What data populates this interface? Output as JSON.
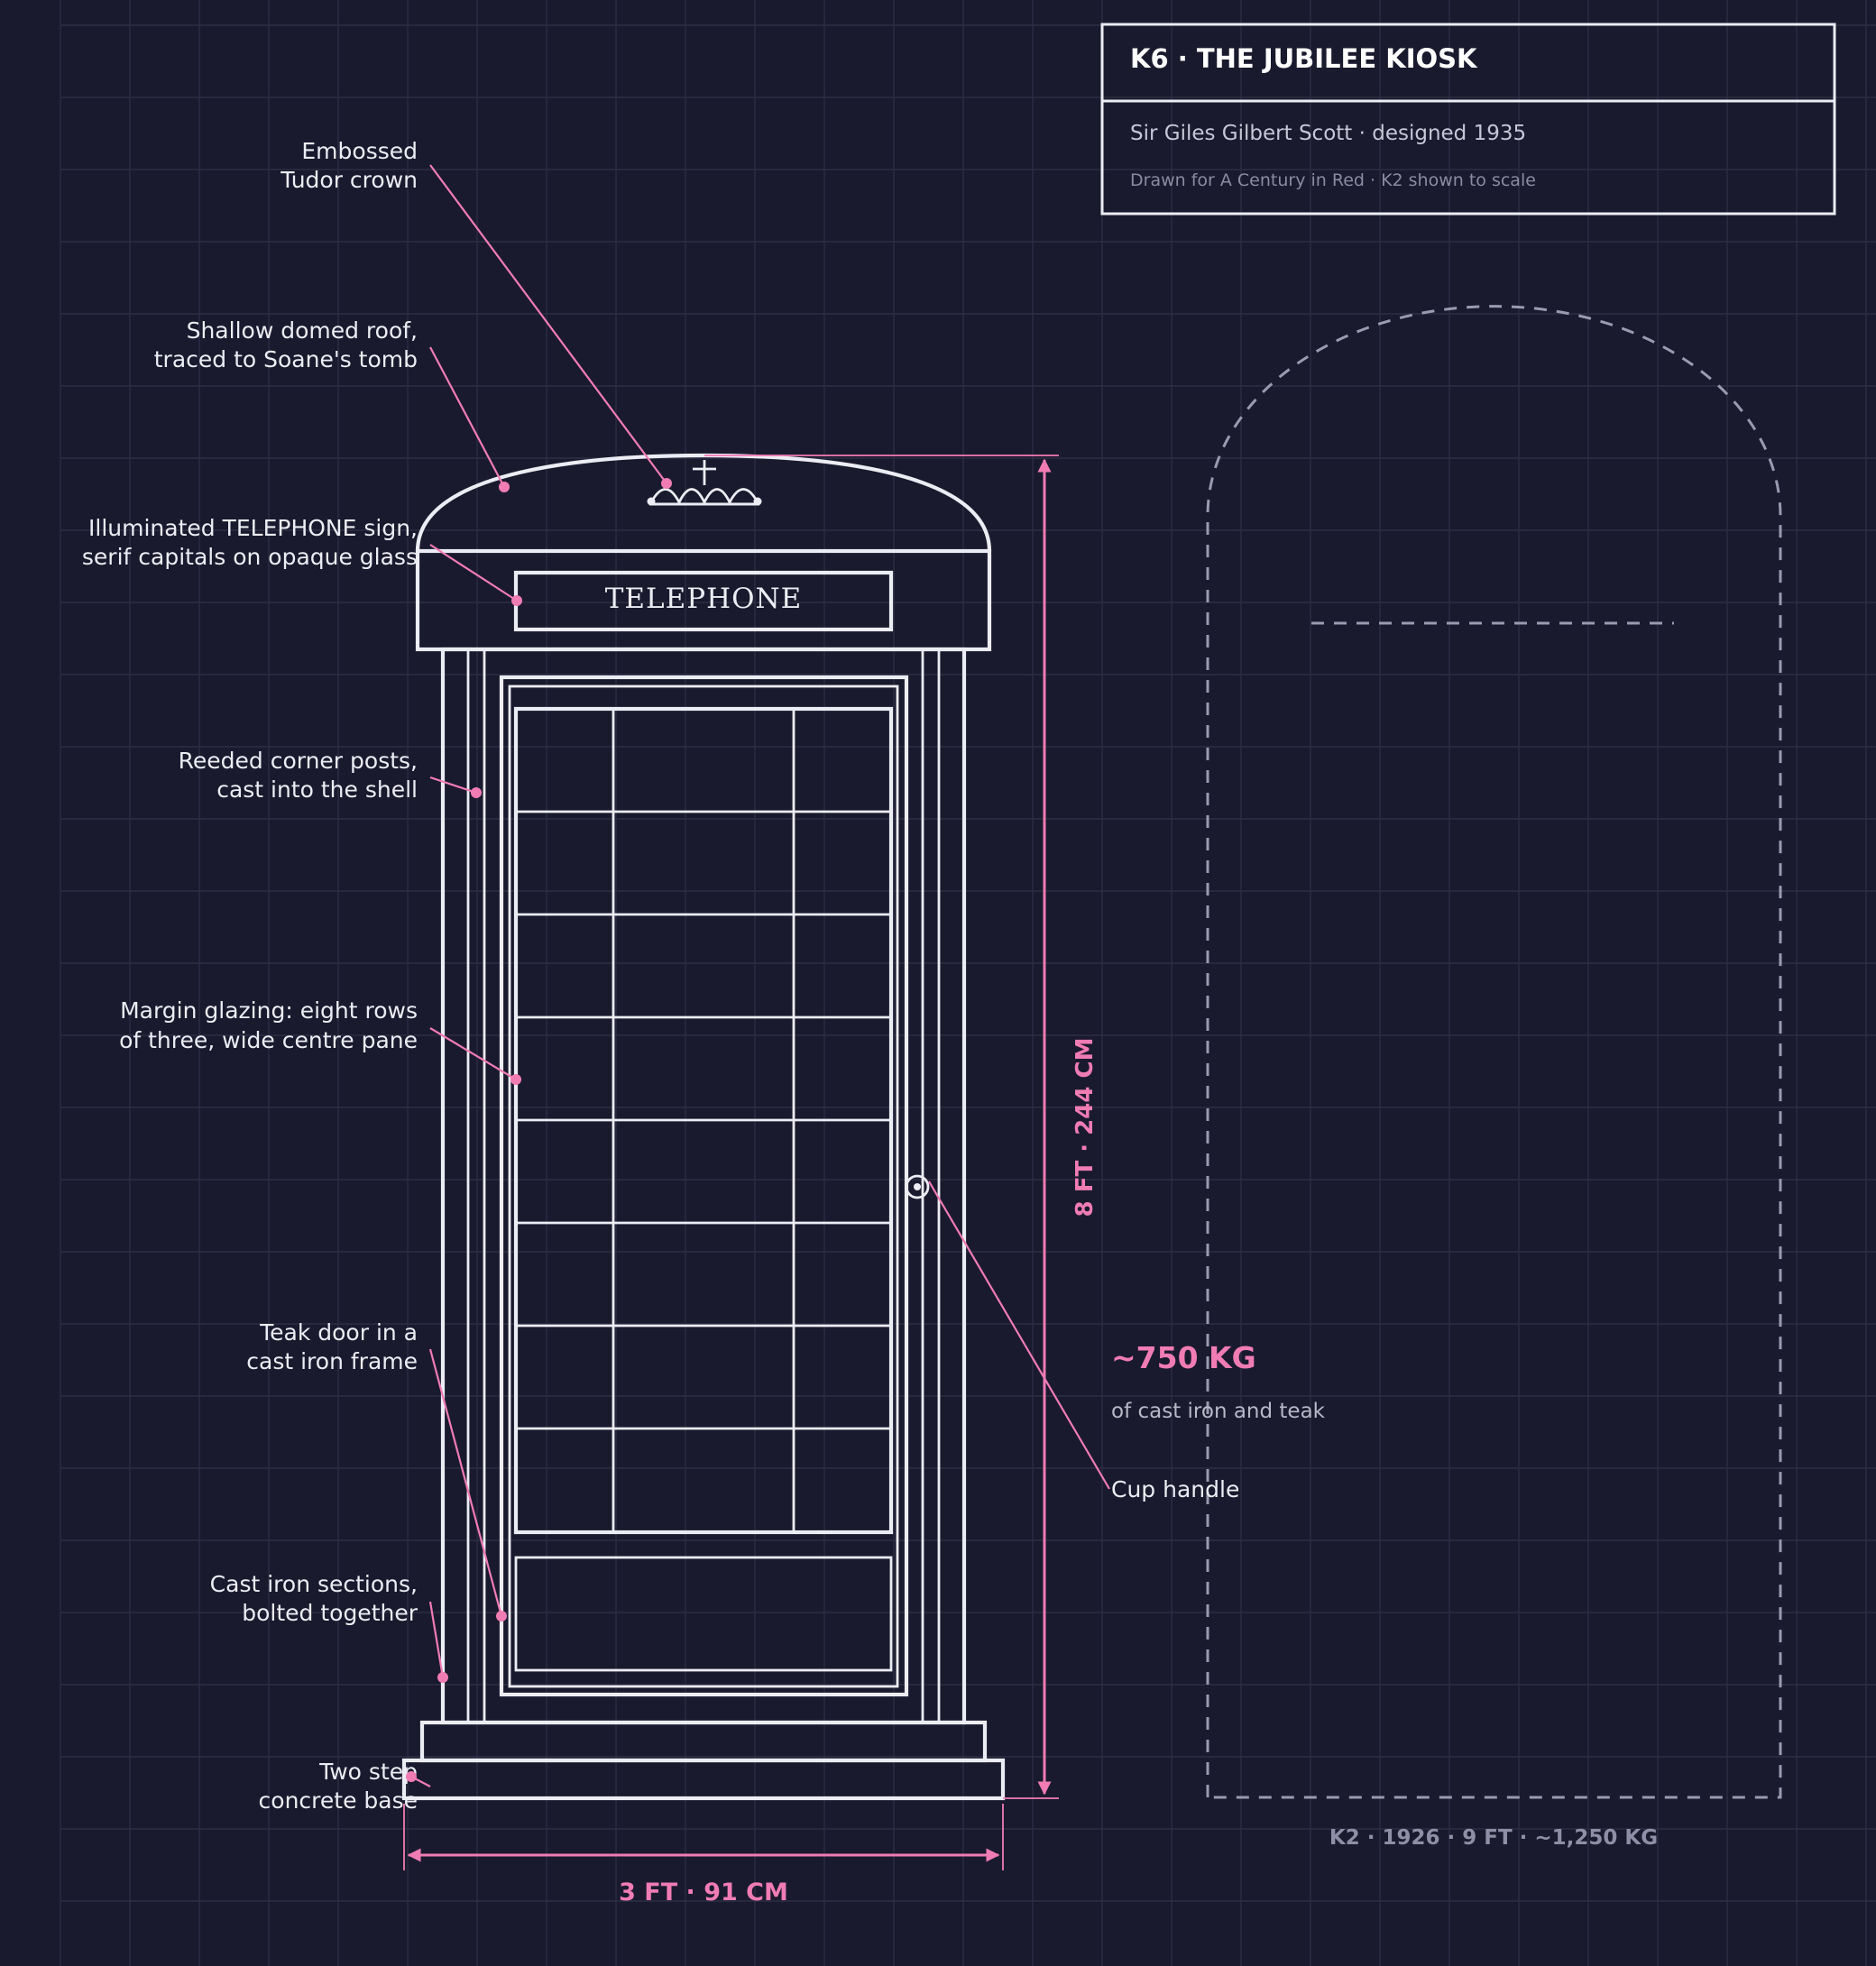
{
  "title_block": {
    "title": "K6 · THE JUBILEE KIOSK",
    "subtitle": "Sir Giles Gilbert Scott · designed 1935",
    "note": "Drawn for A Century in Red · K2 shown to scale"
  },
  "sign_text": "TELEPHONE",
  "callouts": {
    "crown": [
      "Embossed",
      "Tudor crown"
    ],
    "roof": [
      "Shallow domed roof,",
      "traced to Soane's tomb"
    ],
    "sign": [
      "Illuminated TELEPHONE sign,",
      "serif capitals on opaque glass"
    ],
    "posts": [
      "Reeded corner posts,",
      "cast into the shell"
    ],
    "glazing": [
      "Margin glazing: eight rows",
      "of three, wide centre pane"
    ],
    "door": [
      "Teak door in a",
      "cast iron frame"
    ],
    "sections": [
      "Cast iron sections,",
      "bolted together"
    ],
    "base": [
      "Two step",
      "concrete base"
    ],
    "handle": "Cup handle"
  },
  "dimensions": {
    "height": "8 FT · 244 CM",
    "width": "3 FT · 91 CM"
  },
  "weight": {
    "value": "~750 KG",
    "caption": "of cast iron and teak"
  },
  "comparison": {
    "label": "K2 · 1926 · 9 FT · ~1,250 KG"
  },
  "colors": {
    "background": "#1a1a2e",
    "line": "#ececf4",
    "accent": "#f07cb4",
    "muted": "#9a9ab0"
  }
}
